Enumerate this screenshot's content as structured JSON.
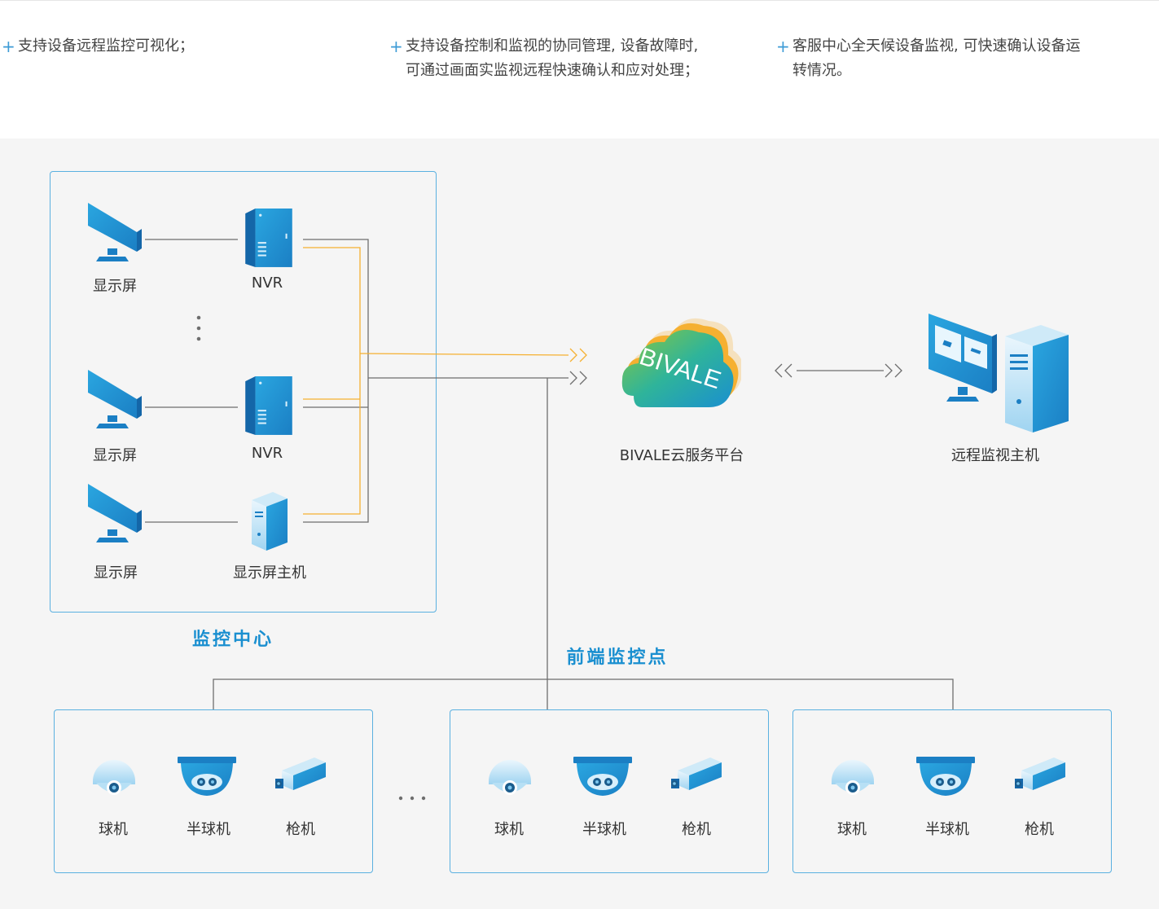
{
  "features": [
    {
      "lines": [
        "支持设备远程监控可视化；"
      ]
    },
    {
      "lines": [
        "支持设备控制和监视的协同管理, 设备故障时,",
        "可通过画面实监视远程快速确认和应对处理；"
      ]
    },
    {
      "lines": [
        "客服中心全天候设备监视, 可快速确认设备运",
        "转情况。"
      ]
    }
  ],
  "center": {
    "title": "监控中心",
    "rows": [
      {
        "display": "显示屏",
        "device": "NVR"
      },
      {
        "display": "显示屏",
        "device": "NVR"
      },
      {
        "display": "显示屏",
        "device": "显示屏主机"
      }
    ]
  },
  "cloud": {
    "label": "BIVALE云服务平台",
    "logo_text": "BIVALE"
  },
  "remote": {
    "label": "远程监视主机"
  },
  "front": {
    "title": "前端监控点",
    "groups": [
      {
        "cams": [
          "球机",
          "半球机",
          "枪机"
        ]
      },
      {
        "cams": [
          "球机",
          "半球机",
          "枪机"
        ]
      },
      {
        "cams": [
          "球机",
          "半球机",
          "枪机"
        ]
      }
    ]
  },
  "colors": {
    "accent": "#1a8fd0",
    "orange": "#f5b031",
    "line": "#6e6e6e",
    "border": "#5ab0e0"
  }
}
